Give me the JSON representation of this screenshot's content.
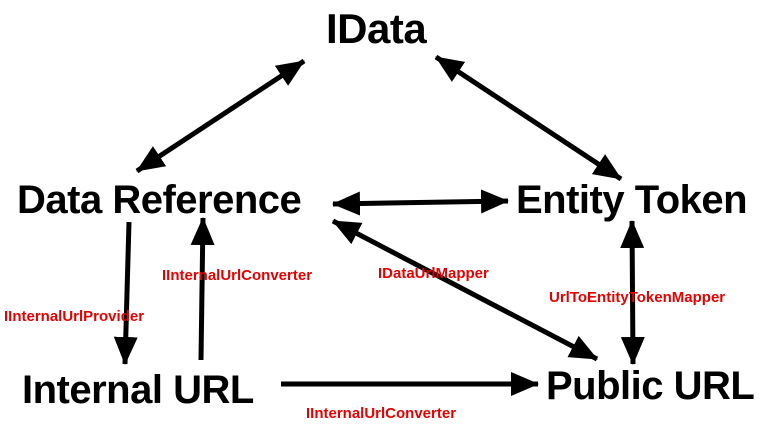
{
  "nodes": {
    "idata": "IData",
    "data_reference": "Data Reference",
    "entity_token": "Entity Token",
    "internal_url": "Internal URL",
    "public_url": "Public URL"
  },
  "edges": {
    "idata_data_reference": {
      "direction": "bidirectional"
    },
    "idata_entity_token": {
      "direction": "bidirectional"
    },
    "data_reference_entity_token": {
      "direction": "bidirectional"
    },
    "data_reference_internal_url": {
      "direction": "forward",
      "label": "IInternalUrlProvider"
    },
    "internal_url_data_reference": {
      "direction": "forward",
      "label": "IInternalUrlConverter"
    },
    "data_reference_public_url": {
      "direction": "bidirectional",
      "label": "IDataUrlMapper"
    },
    "entity_token_public_url": {
      "direction": "bidirectional",
      "label": "UrlToEntityTokenMapper"
    },
    "internal_url_public_url": {
      "direction": "forward",
      "label": "IInternalUrlConverter"
    }
  },
  "colors": {
    "node_text": "#000000",
    "edge_line": "#000000",
    "edge_label": "#e60000",
    "background": "#ffffff"
  }
}
